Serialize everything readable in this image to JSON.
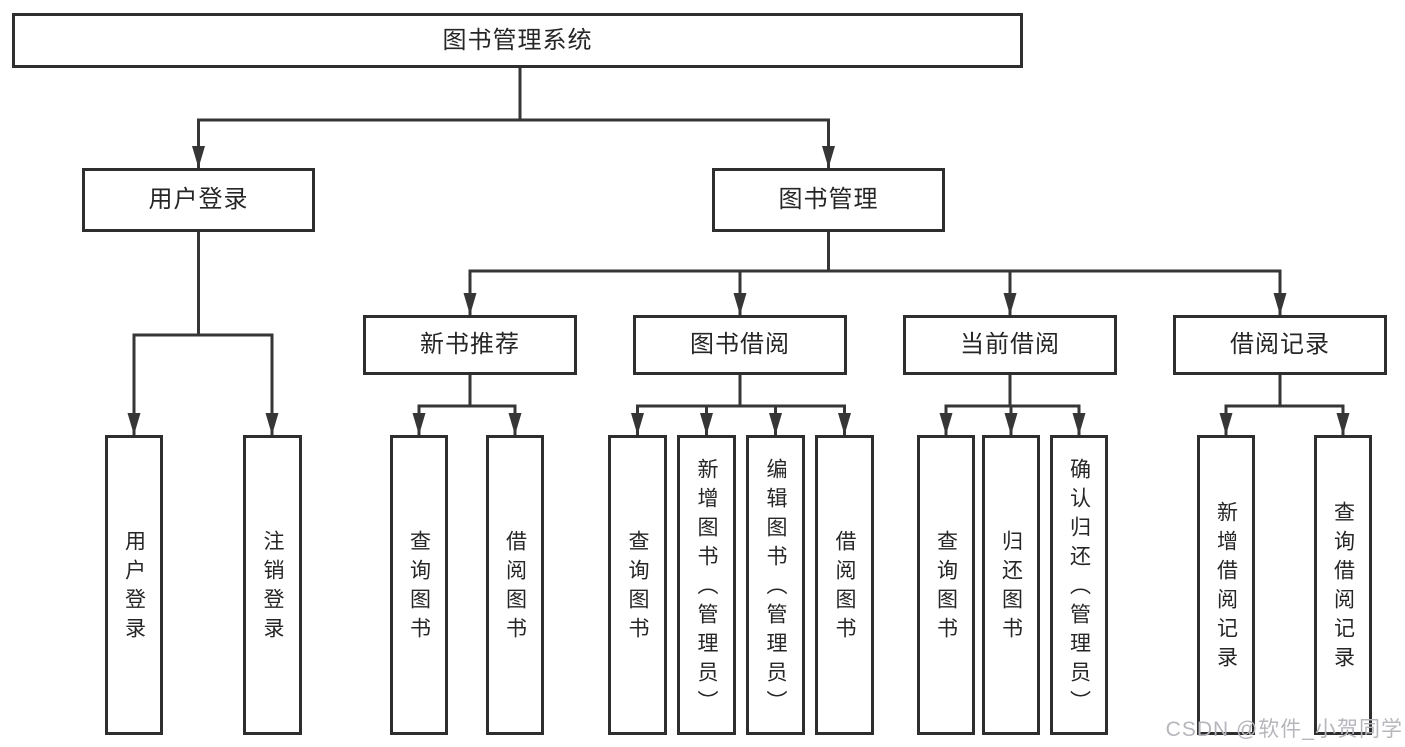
{
  "tree": {
    "root": {
      "label": "图书管理系统",
      "children": [
        {
          "label": "用户登录",
          "children": [
            {
              "label": "用户登录"
            },
            {
              "label": "注销登录"
            }
          ]
        },
        {
          "label": "图书管理",
          "children": [
            {
              "label": "新书推荐",
              "children": [
                {
                  "label": "查询图书"
                },
                {
                  "label": "借阅图书"
                }
              ]
            },
            {
              "label": "图书借阅",
              "children": [
                {
                  "label": "查询图书"
                },
                {
                  "label": "新增图书（管理员）"
                },
                {
                  "label": "编辑图书（管理员）"
                },
                {
                  "label": "借阅图书"
                }
              ]
            },
            {
              "label": "当前借阅",
              "children": [
                {
                  "label": "查询图书"
                },
                {
                  "label": "归还图书"
                },
                {
                  "label": "确认归还（管理员）"
                }
              ]
            },
            {
              "label": "借阅记录",
              "children": [
                {
                  "label": "新增借阅记录"
                },
                {
                  "label": "查询借阅记录"
                }
              ]
            }
          ]
        }
      ]
    }
  },
  "watermark": {
    "text": "CSDN @软件_小贺同学"
  },
  "colors": {
    "line": "#363636",
    "border": "#2e2e2e",
    "text": "#262626",
    "watermark": "#b6b6bc",
    "background": "#ffffff"
  }
}
